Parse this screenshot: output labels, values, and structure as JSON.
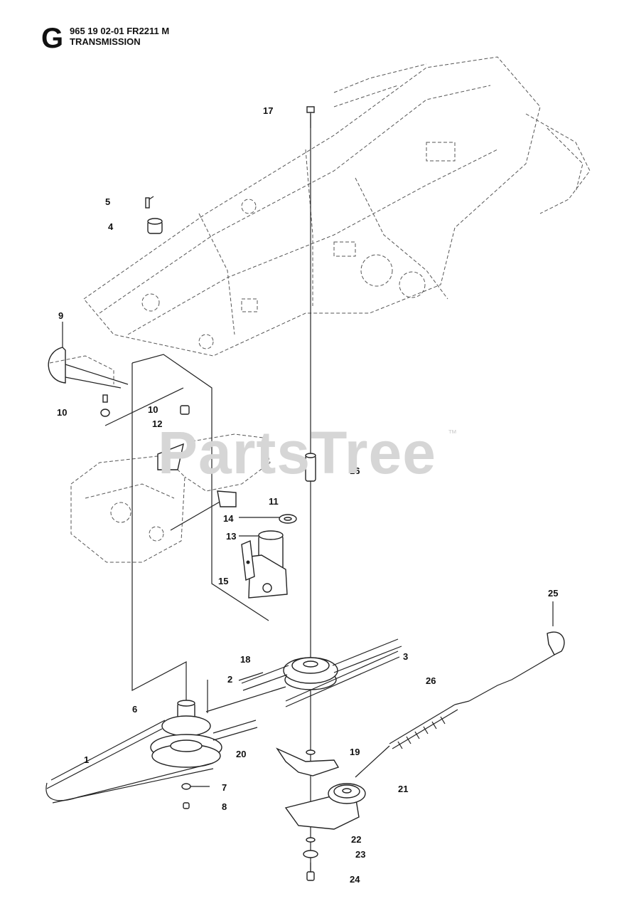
{
  "header": {
    "section_letter": "G",
    "part_code": "965 19 02-01 FR2211 M",
    "title": "TRANSMISSION"
  },
  "watermark": {
    "text": "PartsTree",
    "trademark": "™"
  },
  "callouts": [
    {
      "id": "17",
      "label": "17"
    },
    {
      "id": "5",
      "label": "5"
    },
    {
      "id": "4",
      "label": "4"
    },
    {
      "id": "9",
      "label": "9"
    },
    {
      "id": "10a",
      "label": "10"
    },
    {
      "id": "10b",
      "label": "10"
    },
    {
      "id": "12",
      "label": "12"
    },
    {
      "id": "16",
      "label": "16"
    },
    {
      "id": "11",
      "label": "11"
    },
    {
      "id": "14",
      "label": "14"
    },
    {
      "id": "13",
      "label": "13"
    },
    {
      "id": "15",
      "label": "15"
    },
    {
      "id": "25",
      "label": "25"
    },
    {
      "id": "18",
      "label": "18"
    },
    {
      "id": "3",
      "label": "3"
    },
    {
      "id": "2",
      "label": "2"
    },
    {
      "id": "26",
      "label": "26"
    },
    {
      "id": "6",
      "label": "6"
    },
    {
      "id": "1",
      "label": "1"
    },
    {
      "id": "20",
      "label": "20"
    },
    {
      "id": "19",
      "label": "19"
    },
    {
      "id": "21",
      "label": "21"
    },
    {
      "id": "7",
      "label": "7"
    },
    {
      "id": "8",
      "label": "8"
    },
    {
      "id": "22",
      "label": "22"
    },
    {
      "id": "23",
      "label": "23"
    },
    {
      "id": "24",
      "label": "24"
    }
  ]
}
